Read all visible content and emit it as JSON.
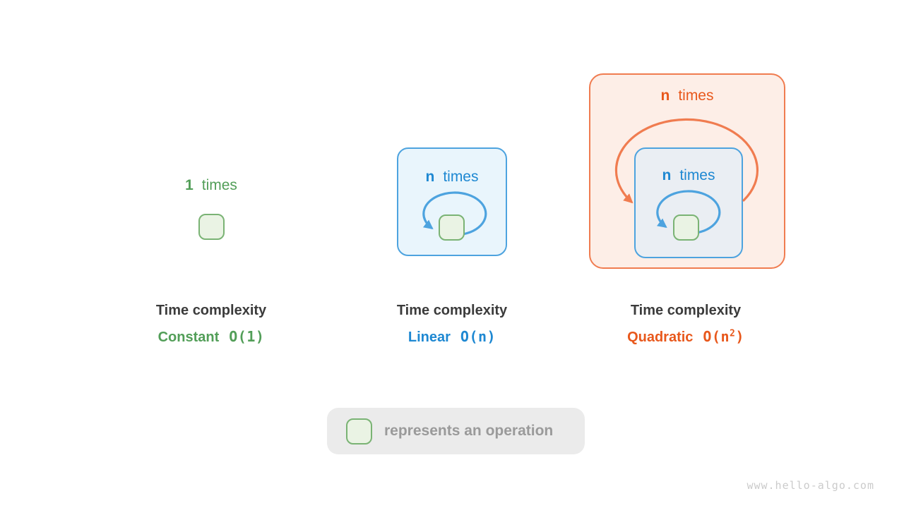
{
  "diagrams": [
    {
      "count": "1",
      "word": "times",
      "title": "Time complexity",
      "name": "Constant",
      "o_pre": "O(1)",
      "o_sup": "",
      "o_post": ""
    },
    {
      "count": "n",
      "word": "times",
      "title": "Time complexity",
      "name": "Linear",
      "o_pre": "O(n)",
      "o_sup": "",
      "o_post": ""
    },
    {
      "outer_count": "n",
      "outer_word": "times",
      "inner_count": "n",
      "inner_word": "times",
      "title": "Time complexity",
      "name": "Quadratic",
      "o_pre": "O(n",
      "o_sup": "2",
      "o_post": ")"
    }
  ],
  "legend": {
    "icon": "operation-box",
    "label": "represents an operation"
  },
  "watermark": {
    "text": "www.hello-algo.com"
  },
  "colors": {
    "green_text": "#529E58",
    "green_box_border": "#7AB374",
    "green_box_fill": "#EAF3E4",
    "blue_text": "#1E88D2",
    "blue_border": "#4DA3DF",
    "blue_panel_fill": "#E9F5FC",
    "inner_blue_panel_fill": "#EAEEF3",
    "orange_text": "#E8581C",
    "orange_border": "#F07C50",
    "orange_panel_fill": "#FDEEE7",
    "dark_text": "#3B3B3B",
    "legend_bg": "#EBEBEB",
    "legend_text": "#9A9A9A",
    "watermark": "#CBCBCB"
  }
}
